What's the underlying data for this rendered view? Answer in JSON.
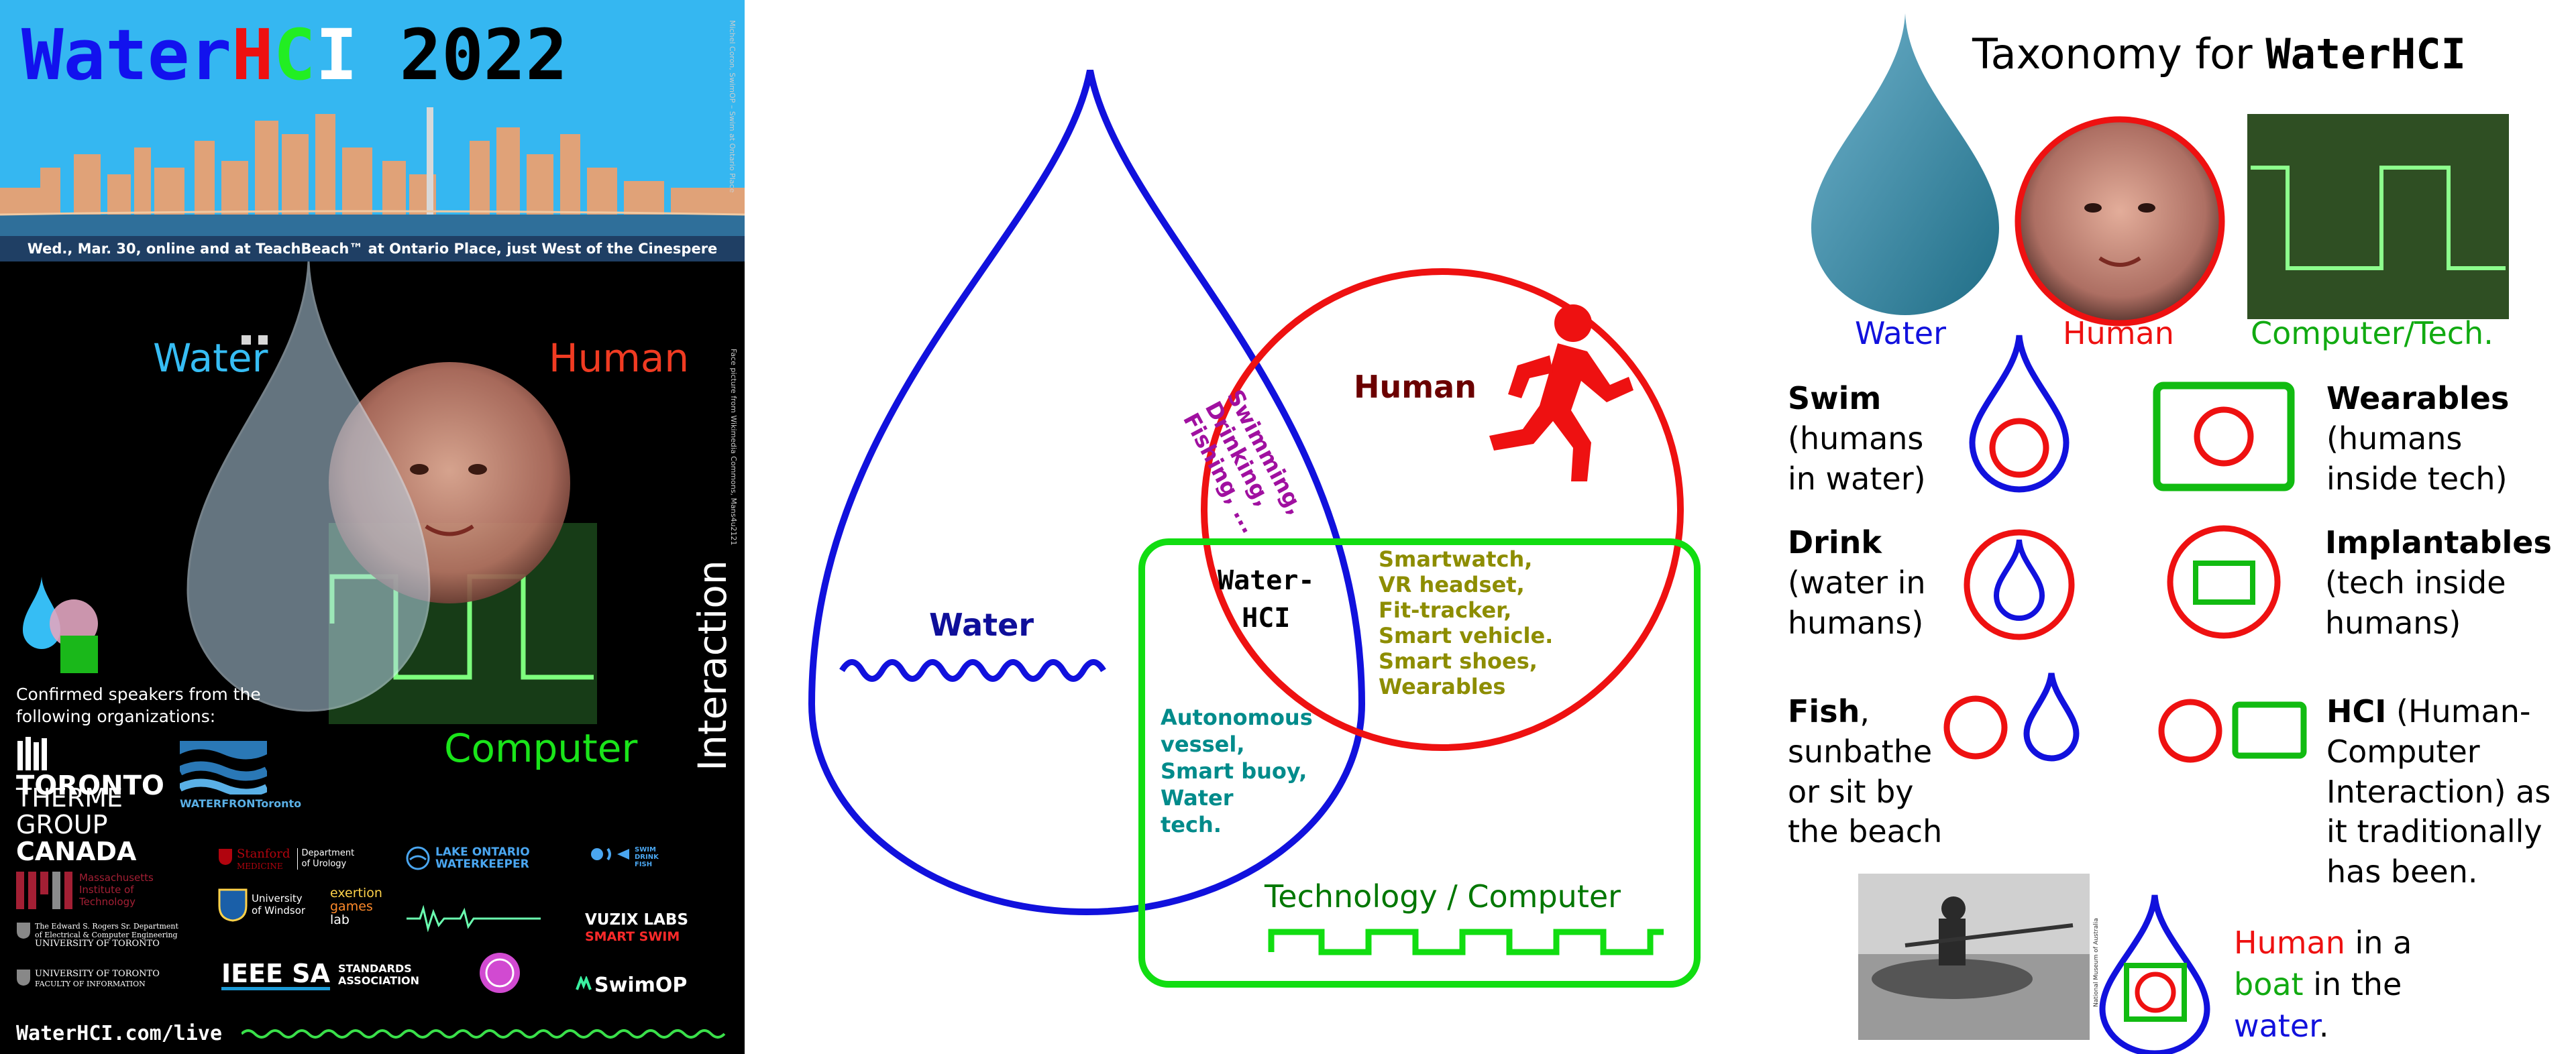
{
  "poster": {
    "title_parts": [
      "Water",
      "H",
      "C",
      "I"
    ],
    "title_colors": [
      "#1212ee",
      "#ee1111",
      "#22ee22",
      "#ffffff"
    ],
    "year": "2022",
    "date_line": "Wed., Mar. 30, online and at TeachBeach™ at Ontario Place, just West of the Cinespere",
    "side_credit_top": "Michel Coron, SwimOP – Swim at Ontario Place",
    "side_credit_face": "Face picture from Wikimedia Commons, Mans4u2121",
    "left_labels": {
      "water": "Water",
      "human": "Human",
      "computer": "Computer",
      "interaction": "Interaction"
    },
    "confirmed_text": "Confirmed speakers from the following organizations:",
    "orgs": {
      "toronto": "TORONTO",
      "therme": [
        "THERME",
        "GROUP",
        "CANADA"
      ],
      "waterfront": "WATERFRONToronto",
      "mit": [
        "Massachusetts",
        "Institute of",
        "Technology"
      ],
      "stanford": [
        "Stanford",
        "MEDICINE"
      ],
      "stanford_dept": [
        "Department",
        "of Urology"
      ],
      "lake_ontario": [
        "LAKE ONTARIO",
        "WATERKEEPER"
      ],
      "swim_drink_fish": [
        "SWIM",
        "DRINK",
        "FISH"
      ],
      "rogers": [
        "The Edward S. Rogers Sr. Department",
        "of Electrical & Computer Engineering",
        "UNIVERSITY OF TORONTO"
      ],
      "windsor": [
        "University",
        "of Windsor"
      ],
      "exertion": [
        "exertion",
        "games",
        "lab"
      ],
      "vuzix": [
        "VUZIX LABS",
        "SMART SWIM"
      ],
      "uoft_info": [
        "UNIVERSITY OF TORONTO",
        "FACULTY OF INFORMATION"
      ],
      "ieee": "IEEE SA",
      "ieee_std": [
        "STANDARDS",
        "ASSOCIATION"
      ],
      "swimop": "SwimOP"
    },
    "live_url": "WaterHCI.com/live"
  },
  "venn": {
    "water_label": "Water",
    "human_label": "Human",
    "tech_label": "Technology / Computer",
    "center_label": [
      "Water-",
      "HCI"
    ],
    "water_human": [
      "Swimming,",
      "Drinking,",
      "Fishing, ..."
    ],
    "human_tech": [
      "Smartwatch,",
      "VR headset,",
      "Fit-tracker,",
      "Smart vehicle.",
      "Smart shoes,",
      "Wearables"
    ],
    "water_tech": [
      "Autonomous",
      "vessel,",
      "Smart buoy,",
      "Water",
      "tech."
    ],
    "colors": {
      "water": "#1111dd",
      "human": "#ee1111",
      "tech": "#11dd11",
      "water_text": "#0f0f9a",
      "human_text": "#6b0000",
      "tech_text": "#007700",
      "wh_text": "#a010a0",
      "ht_text": "#8d8d00",
      "wt_text": "#008b8b"
    }
  },
  "taxonomy": {
    "title_prefix": "Taxonomy for",
    "title_bold": "WaterHCI",
    "captions": {
      "water": "Water",
      "human": "Human",
      "tech": "Computer/Tech."
    },
    "swim": {
      "head": "Swim",
      "lines": [
        "(humans",
        "in water)"
      ]
    },
    "drink": {
      "head": "Drink",
      "lines": [
        "(water in",
        "humans)"
      ]
    },
    "fish": {
      "head": "Fish",
      "tail": ",",
      "lines": [
        "sunbathe",
        "or sit by",
        "the beach"
      ]
    },
    "wearables": {
      "head": "Wearables",
      "lines": [
        "(humans",
        "inside tech)"
      ]
    },
    "implantables": {
      "head": "Implantables",
      "lines": [
        "(tech inside",
        "humans)"
      ]
    },
    "hci": {
      "head": "HCI",
      "lines": [
        "(Human-",
        "Computer",
        "Interaction) as",
        "it traditionally",
        "has been."
      ]
    },
    "boat": {
      "w1": "Human",
      "w2": " in a",
      "w3": "boat",
      "w4": " in the",
      "w5": "water",
      "w6": "."
    },
    "photo_credit": "National Museum of Australia"
  }
}
